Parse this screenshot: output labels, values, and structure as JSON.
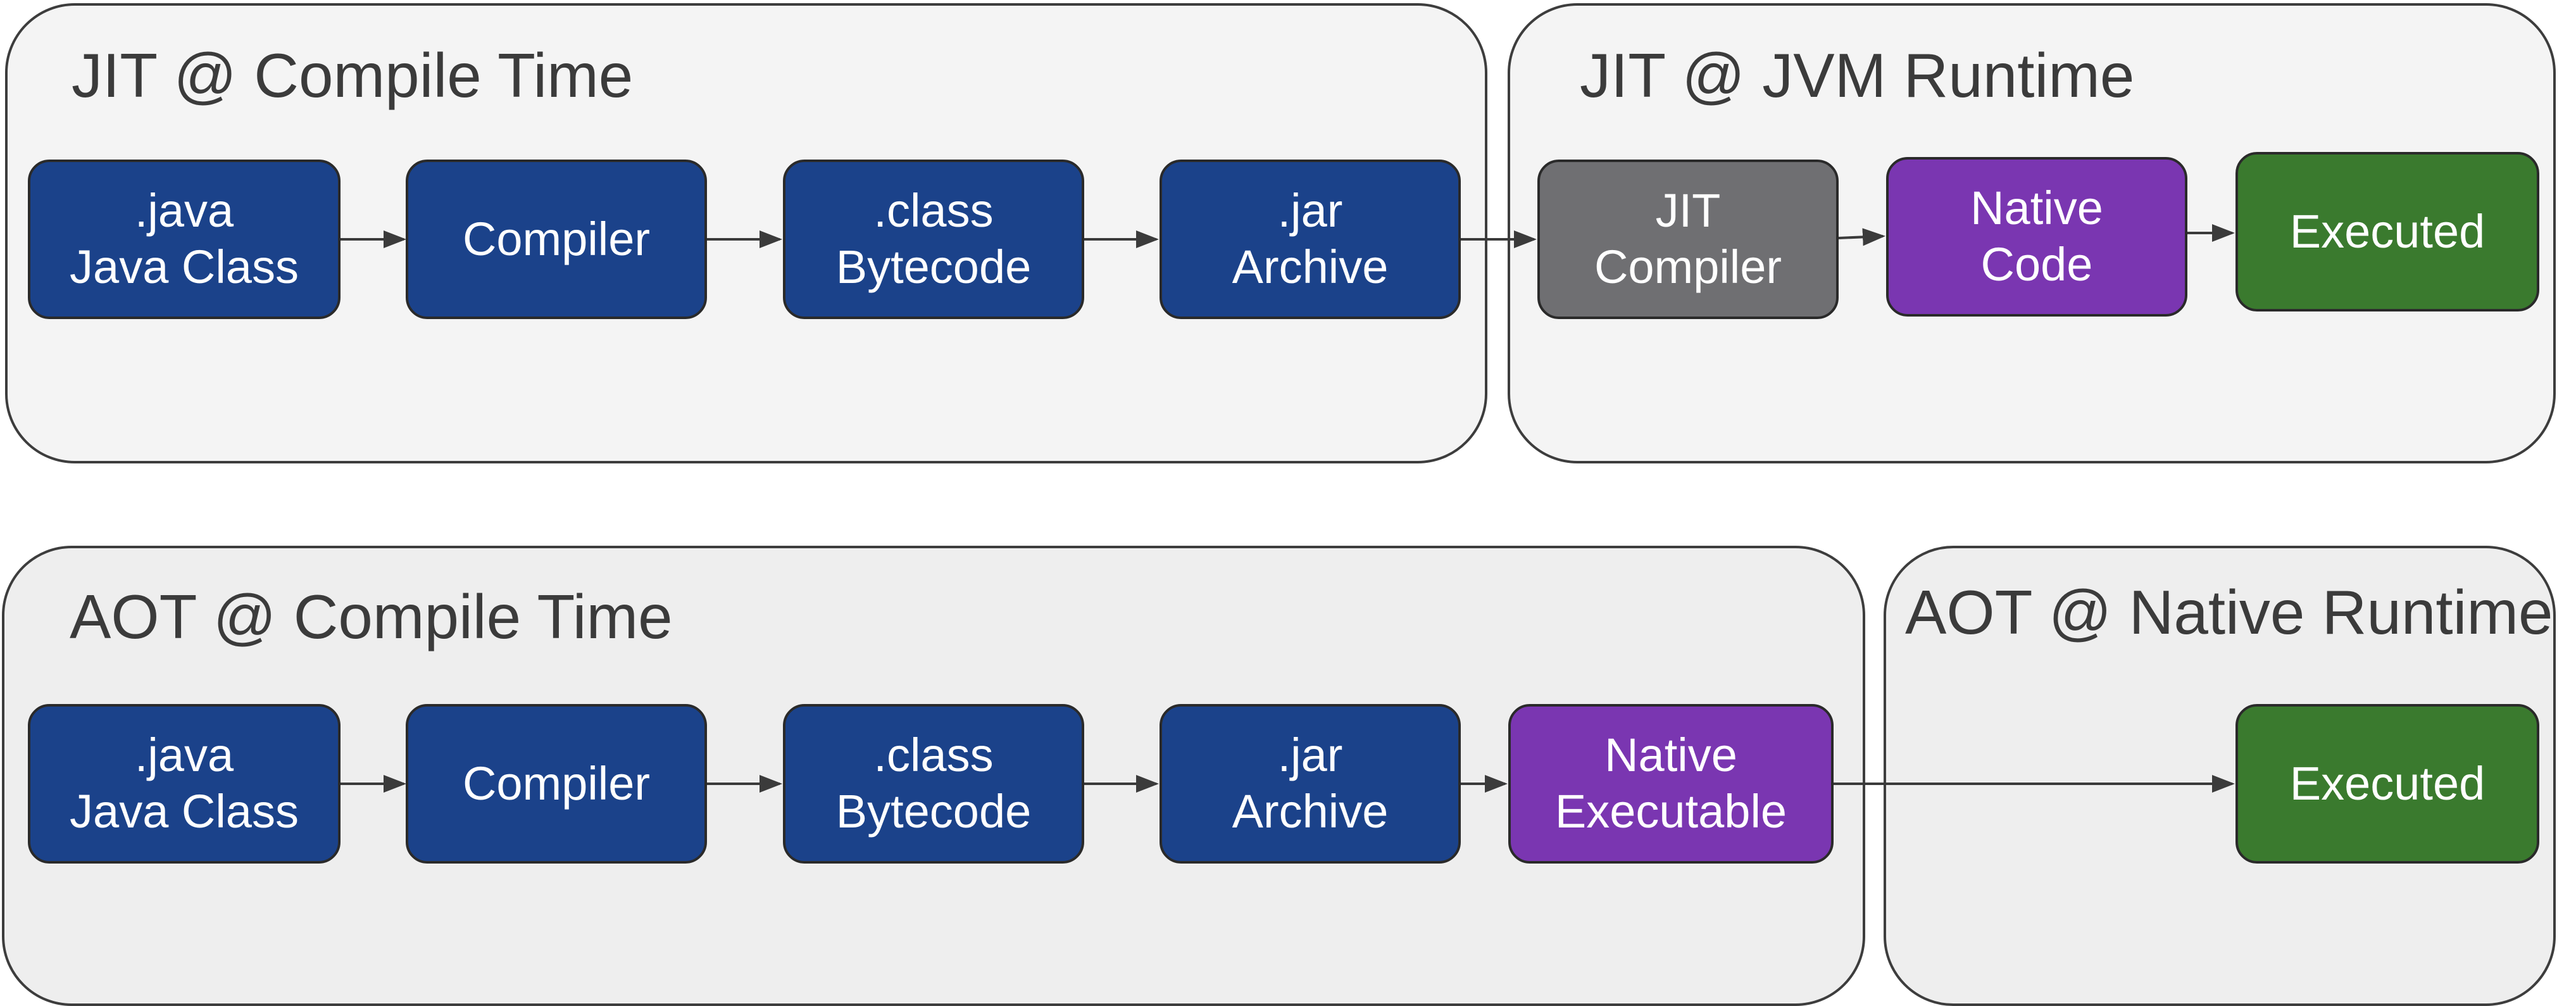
{
  "colors": {
    "blue": "#1b428a",
    "gray": "#6f6f72",
    "purple": "#7a36b1",
    "green": "#3a7a2e",
    "panel_light": "#f4f4f4",
    "panel_mid": "#eeeeee"
  },
  "jit_compile": {
    "title": "JIT @ Compile Time",
    "java": {
      "line1": ".java",
      "line2": "Java Class"
    },
    "compiler": {
      "line1": "Compiler"
    },
    "class": {
      "line1": ".class",
      "line2": "Bytecode"
    },
    "jar": {
      "line1": ".jar",
      "line2": "Archive"
    }
  },
  "jit_runtime": {
    "title": "JIT @ JVM Runtime",
    "jit": {
      "line1": "JIT",
      "line2": "Compiler"
    },
    "native": {
      "line1": "Native",
      "line2": "Code"
    },
    "executed": {
      "line1": "Executed"
    }
  },
  "aot_compile": {
    "title": "AOT @ Compile Time",
    "java": {
      "line1": ".java",
      "line2": "Java Class"
    },
    "compiler": {
      "line1": "Compiler"
    },
    "class": {
      "line1": ".class",
      "line2": "Bytecode"
    },
    "jar": {
      "line1": ".jar",
      "line2": "Archive"
    },
    "native": {
      "line1": "Native",
      "line2": "Executable"
    }
  },
  "aot_runtime": {
    "title": "AOT @ Native Runtime",
    "executed": {
      "line1": "Executed"
    }
  }
}
